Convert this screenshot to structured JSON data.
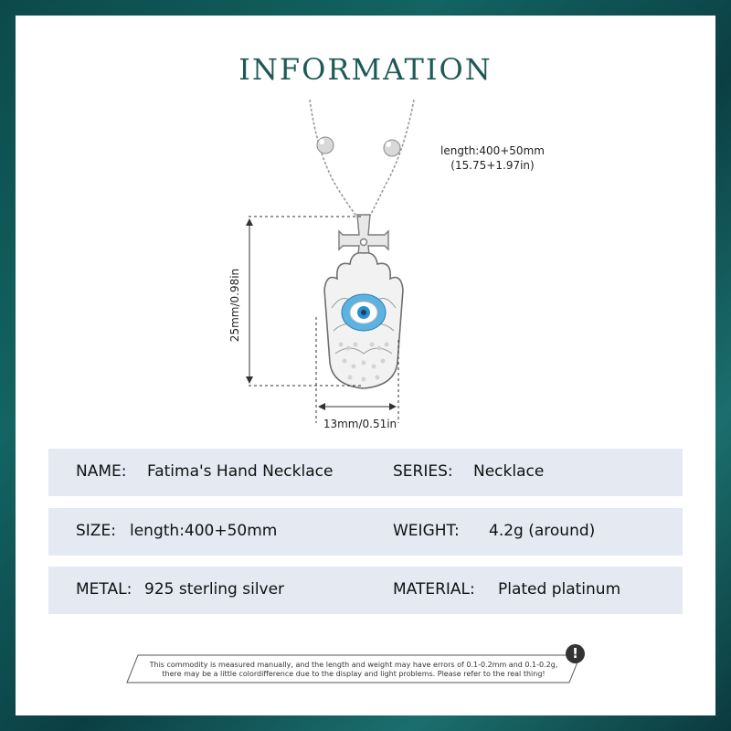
{
  "title": "INFORMATION",
  "dimensions": {
    "length_line1": "length:400+50mm",
    "length_line2": "(15.75+1.97in)",
    "height": "25mm/0.98in",
    "width": "13mm/0.51in"
  },
  "specs": [
    {
      "label1": "NAME:",
      "value1": "Fatima's Hand Necklace",
      "label2": "SERIES:",
      "value2": "Necklace"
    },
    {
      "label1": "SIZE:",
      "value1": "length:400+50mm",
      "label2": "WEIGHT:",
      "value2": "4.2g (around)"
    },
    {
      "label1": "METAL:",
      "value1": "925 sterling silver",
      "label2": "MATERIAL:",
      "value2": "Plated platinum"
    }
  ],
  "note": {
    "line1": "This commodity is measured manually, and the length and weight may have errors of 0.1-0.2mm and 0.1-0.2g,",
    "line2": "there may be a little colordifference due to the display and light problems. Please refer to the real thing!",
    "icon": "exclamation-icon"
  },
  "colors": {
    "title": "#1e5a55",
    "spec_background": "#e4e9f2",
    "frame": "#136464",
    "eye_blue": "#4aa6d8"
  }
}
